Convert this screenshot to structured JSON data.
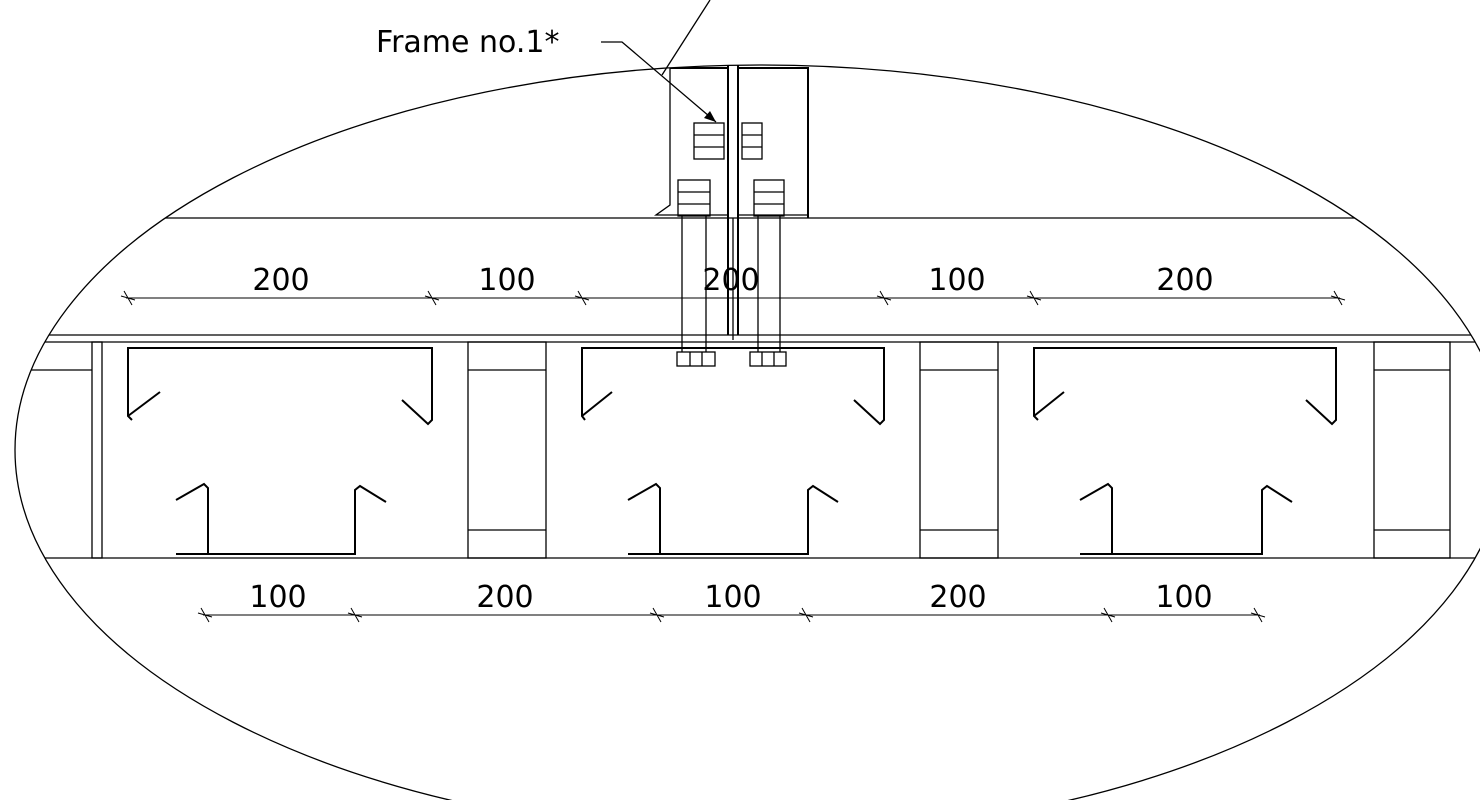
{
  "diagram": {
    "callout_label": "Frame no.1*",
    "top_dimensions": [
      "200",
      "100",
      "200",
      "100",
      "200"
    ],
    "bottom_dimensions": [
      "100",
      "200",
      "100",
      "200",
      "100"
    ],
    "colors": {
      "line": "#000000",
      "background": "#ffffff"
    }
  }
}
